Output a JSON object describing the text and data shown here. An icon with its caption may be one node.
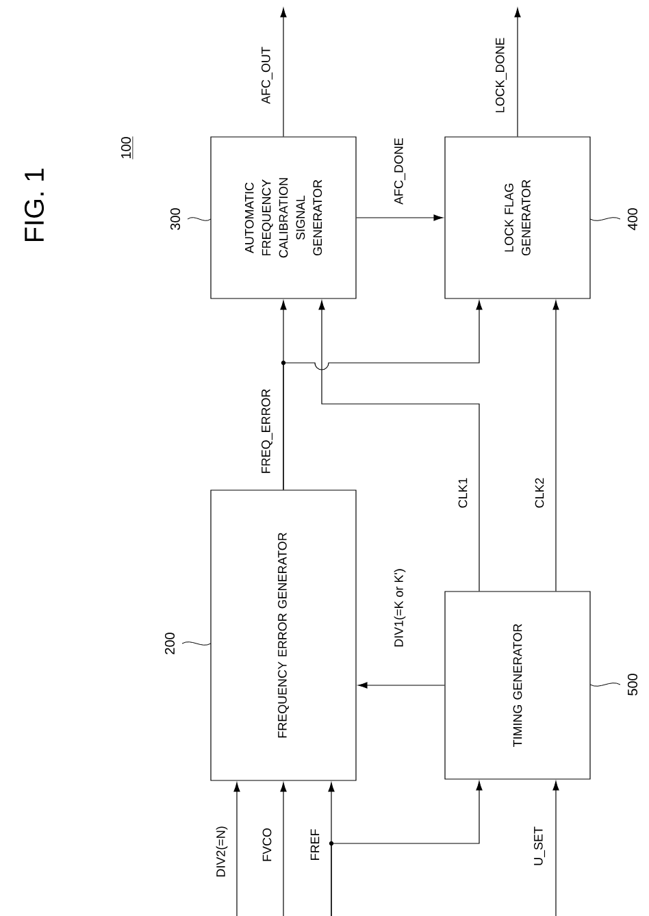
{
  "diagram": {
    "title": "FIG. 1",
    "nodes": [
      {
        "text": [
          "AUTOMATIC FREQUENCY CALIBRATION SIGNAL GENERATOR"
        ],
        "beside": [
          "300"
        ]
      },
      {
        "text": [
          "LOCK FLAG GENERATOR"
        ],
        "beside": [
          "400"
        ]
      },
      {
        "text": [
          "FREQUENCY ERROR GENERATOR"
        ],
        "beside": [
          "200"
        ]
      },
      {
        "text": [
          "TIMING GENERATOR"
        ],
        "beside": [
          "500"
        ]
      }
    ],
    "edges": [
      {
        "from": 0,
        "to": null,
        "arrow": "to",
        "label": "AFC_OUT"
      },
      {
        "from": 1,
        "to": null,
        "arrow": "to",
        "label": "LOCK_DONE"
      },
      {
        "from": 0,
        "to": 1,
        "arrow": "to",
        "label": "AFC_DONE"
      },
      {
        "from": 2,
        "to": 0,
        "arrow": "to",
        "label": "FREQ_ERROR"
      },
      {
        "from": 2,
        "to": 1,
        "arrow": "to"
      },
      {
        "from": 3,
        "to": 0,
        "arrow": "to",
        "label": "CLK1"
      },
      {
        "from": 3,
        "to": 1,
        "arrow": "to",
        "label": "CLK2"
      },
      {
        "from": 3,
        "to": 2,
        "arrow": "to",
        "label": "DIV1(=K or K')"
      },
      {
        "from": null,
        "to": 2,
        "arrow": "to",
        "label": "DIV2(=N)"
      },
      {
        "from": null,
        "to": 2,
        "arrow": "to",
        "label": "FVCO"
      },
      {
        "from": null,
        "to": 2,
        "arrow": "to",
        "label": "FREF"
      },
      {
        "from": null,
        "to": 3,
        "arrow": "to"
      },
      {
        "from": null,
        "to": 3,
        "arrow": "to",
        "label": "U_SET"
      }
    ],
    "labels": [
      "100"
    ]
  }
}
